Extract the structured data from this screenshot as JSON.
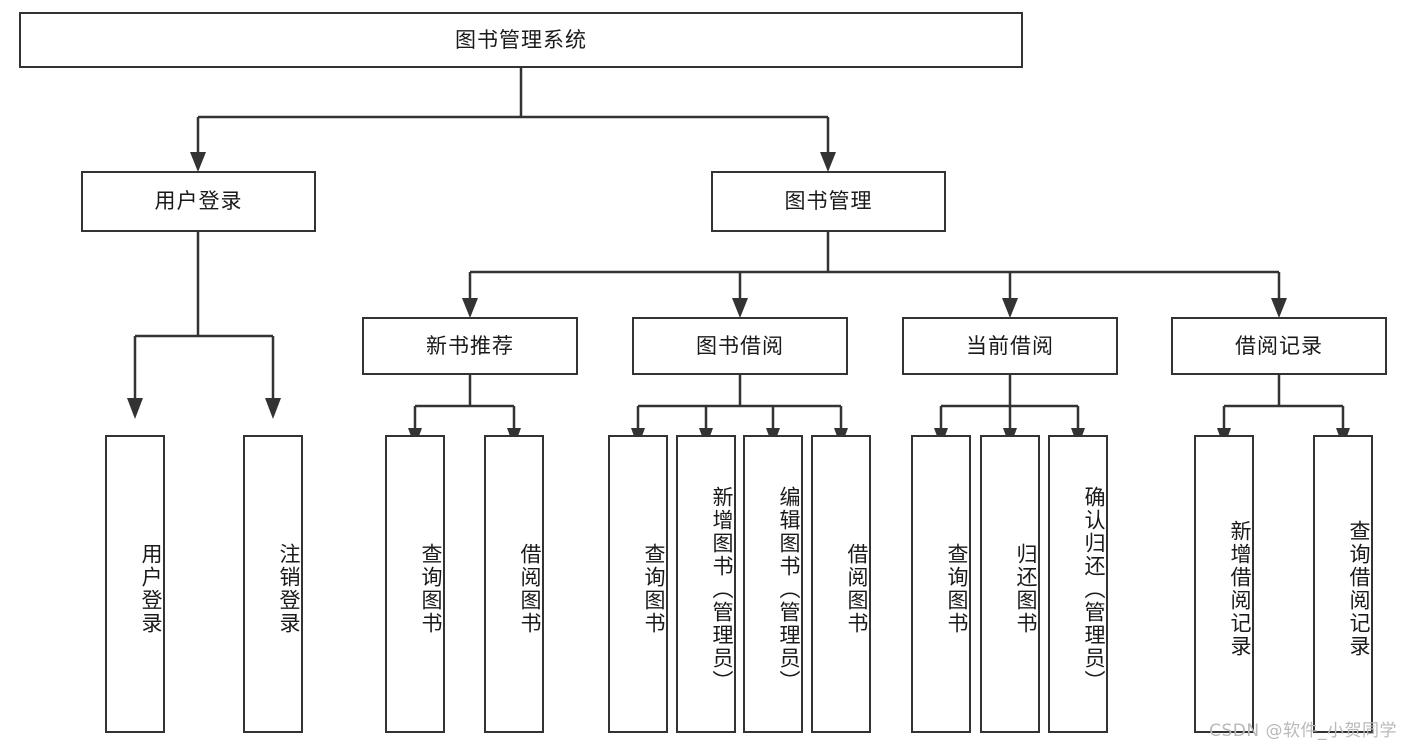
{
  "diagram": {
    "title": "图书管理系统",
    "type": "tree-hierarchy-chart",
    "colors": {
      "box_border": "#333333",
      "box_fill": "#ffffff",
      "connector": "#333333",
      "text": "#1a1a1a",
      "watermark": "#b9b9b9"
    },
    "root": {
      "label": "图书管理系统"
    },
    "level2": [
      {
        "label": "用户登录"
      },
      {
        "label": "图书管理"
      }
    ],
    "level3": [
      {
        "label": "新书推荐"
      },
      {
        "label": "图书借阅"
      },
      {
        "label": "当前借阅"
      },
      {
        "label": "借阅记录"
      }
    ],
    "leaves": {
      "user_login": [
        {
          "label": "用户登录"
        },
        {
          "label": "注销登录"
        }
      ],
      "new_book_recommend": [
        {
          "label": "查询图书"
        },
        {
          "label": "借阅图书"
        }
      ],
      "book_borrow": [
        {
          "label": "查询图书"
        },
        {
          "label": "新增图书（管理员）"
        },
        {
          "label": "编辑图书（管理员）"
        },
        {
          "label": "借阅图书"
        }
      ],
      "current_borrow": [
        {
          "label": "查询图书"
        },
        {
          "label": "归还图书"
        },
        {
          "label": "确认归还（管理员）"
        }
      ],
      "borrow_record": [
        {
          "label": "新增借阅记录"
        },
        {
          "label": "查询借阅记录"
        }
      ]
    }
  },
  "watermark": {
    "text": "CSDN @软件_小贺同学"
  }
}
